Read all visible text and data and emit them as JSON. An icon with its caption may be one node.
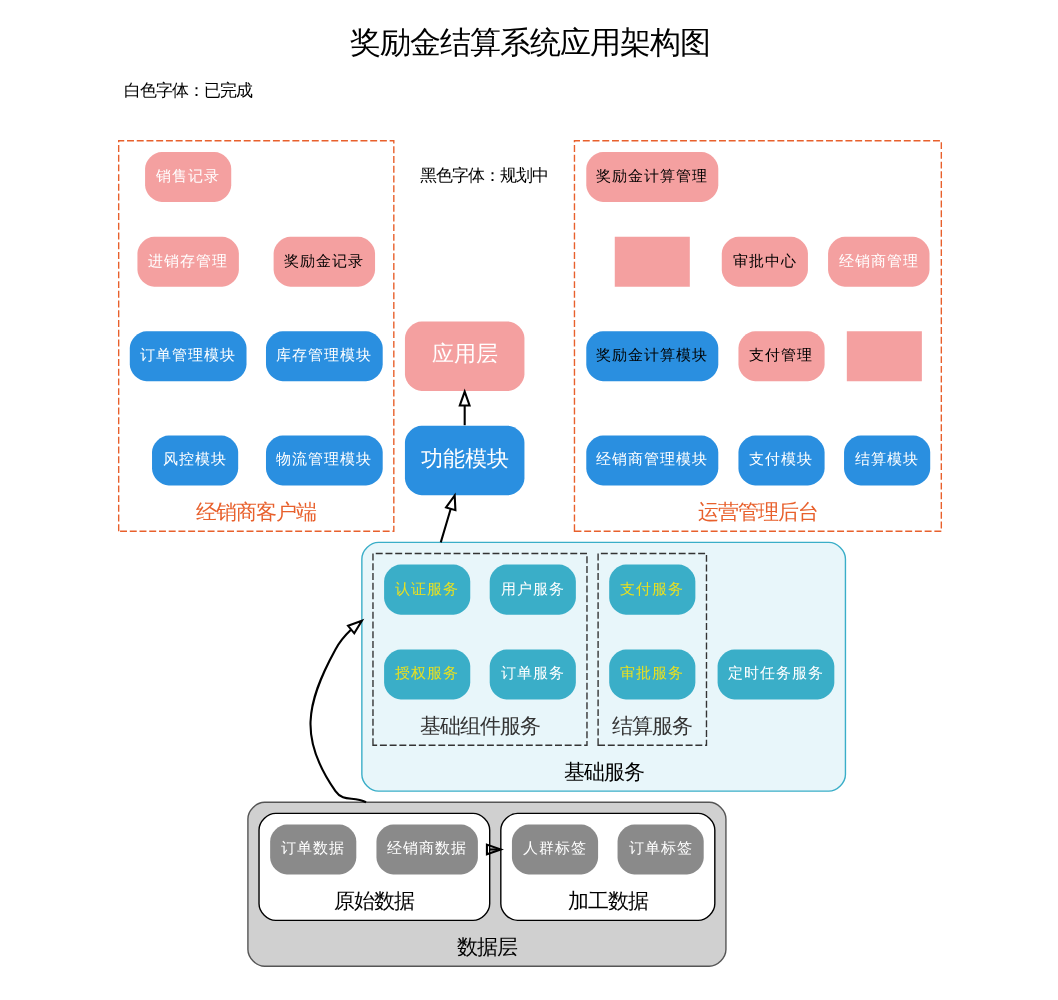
{
  "diagram": {
    "title": "奖励金结算系统应用架构图",
    "nodes": [
      {
        "text": [
          "经销商客户端"
        ]
      },
      {
        "text": [
          "销售记录"
        ],
        "in": 0
      },
      {
        "text": [
          "奖励金记录"
        ],
        "in": 0
      },
      {
        "text": [
          "进销存管理"
        ],
        "in": 0
      },
      {
        "text": [
          "订单管理模块"
        ],
        "in": 0
      },
      {
        "text": [
          "库存管理模块"
        ],
        "in": 0
      },
      {
        "text": [
          "风控模块"
        ],
        "in": 0
      },
      {
        "text": [
          "物流管理模块"
        ],
        "in": 0
      },
      {
        "text": [
          "运营管理后台"
        ]
      },
      {
        "text": [
          "奖励金计算管理"
        ],
        "in": 8
      },
      {
        "text": [
          "经销商管理"
        ],
        "in": 8
      },
      {
        "text": [
          "审批中心"
        ],
        "in": 8
      },
      {
        "text": [],
        "shape": "box",
        "in": 8
      },
      {
        "text": [],
        "shape": "box",
        "in": 8
      },
      {
        "text": [
          "支付管理"
        ],
        "in": 8
      },
      {
        "text": [
          "奖励金计算模块"
        ],
        "in": 8
      },
      {
        "text": [
          "结算模块"
        ],
        "in": 8
      },
      {
        "text": [
          "支付模块"
        ],
        "in": 8
      },
      {
        "text": [
          "经销商管理模块"
        ],
        "in": 8
      },
      {
        "text": [
          "应用层"
        ]
      },
      {
        "text": [
          "功能模块"
        ]
      },
      {
        "text": [
          "基础服务"
        ]
      },
      {
        "text": [
          "基础组件服务"
        ],
        "in": 21
      },
      {
        "text": [
          "认证服务"
        ],
        "in": 22
      },
      {
        "text": [
          "用户服务"
        ],
        "in": 22
      },
      {
        "text": [
          "授权服务"
        ],
        "in": 22
      },
      {
        "text": [
          "订单服务"
        ],
        "in": 22
      },
      {
        "text": [
          "结算服务"
        ],
        "in": 21
      },
      {
        "text": [
          "支付服务"
        ],
        "in": 27
      },
      {
        "text": [
          "审批服务"
        ],
        "in": 27
      },
      {
        "text": [
          "定时任务服务"
        ],
        "in": 21
      },
      {
        "text": [
          "数据层"
        ]
      },
      {
        "text": [
          "原始数据"
        ],
        "in": 31
      },
      {
        "text": [
          "经销商数据"
        ],
        "in": 32
      },
      {
        "text": [
          "订单数据"
        ],
        "in": 32
      },
      {
        "text": [
          "加工数据"
        ],
        "in": 31
      },
      {
        "text": [
          "人群标签"
        ],
        "in": 35
      },
      {
        "text": [
          "订单标签"
        ],
        "in": 35
      }
    ],
    "edges": [
      {
        "from": 31,
        "to": 21,
        "arrow": "to"
      },
      {
        "from": 21,
        "to": 20,
        "arrow": "to"
      },
      {
        "from": 20,
        "to": 19,
        "arrow": "to"
      },
      {
        "from": 32,
        "to": 35,
        "arrow": "to"
      }
    ],
    "labels": [
      "白色字体：已完成",
      "黑色字体：规划中"
    ]
  }
}
